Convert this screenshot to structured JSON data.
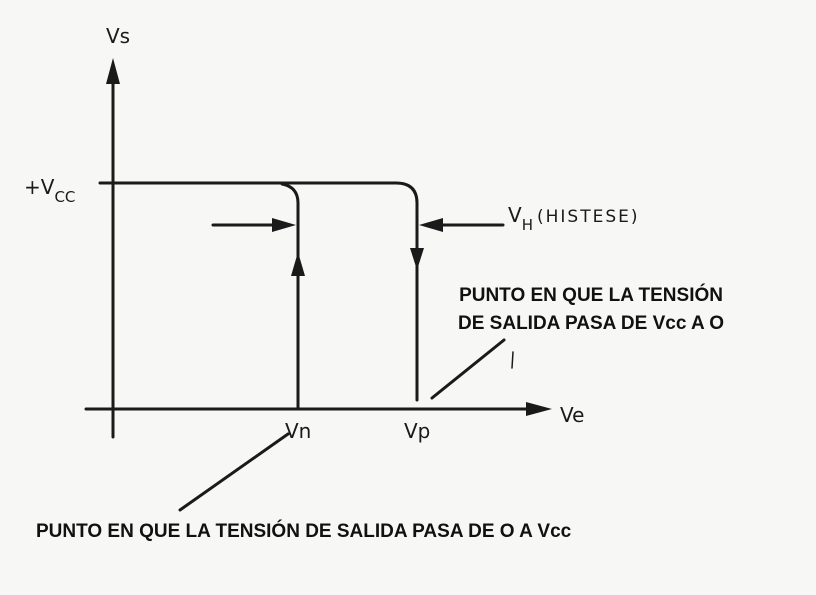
{
  "axes": {
    "y_label": "Vs",
    "x_label": "Ve",
    "vcc_plus": "+V",
    "vcc_sub": "CC"
  },
  "points": {
    "vn": "Vn",
    "vp": "Vp"
  },
  "hysteresis": {
    "v": "V",
    "sub": "H",
    "text": "(HISTESE)"
  },
  "annotations": {
    "vp_line1": "PUNTO EN QUE LA  TENSIÓN",
    "vp_line2": "DE SALIDA PASA DE Vcc A O",
    "vn": "PUNTO EN QUE LA TENSIÓN DE SALIDA  PASA DE O A Vcc"
  }
}
